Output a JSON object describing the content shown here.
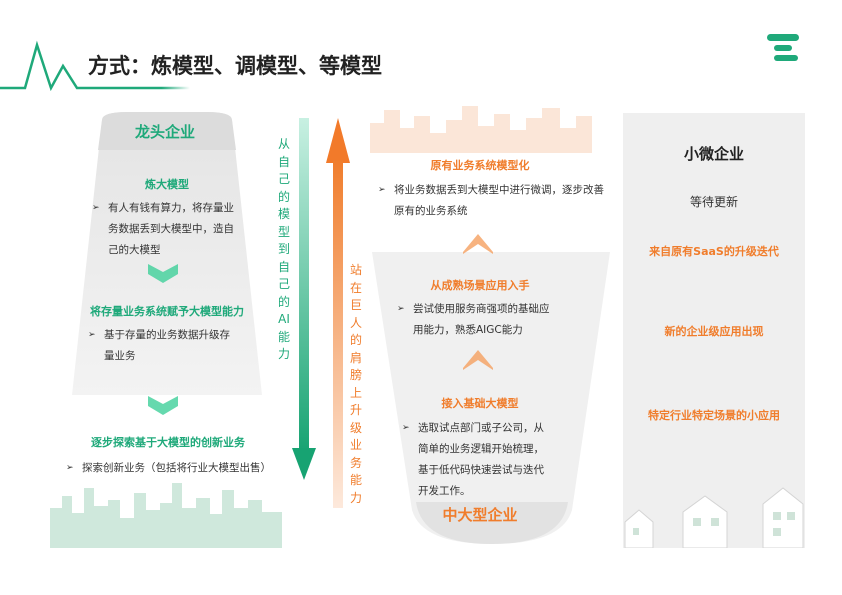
{
  "header": {
    "title": "方式：炼模型、调模型、等模型",
    "logo_icon": "menu-bars-icon"
  },
  "left": {
    "title": "龙头企业",
    "steps": [
      {
        "heading": "炼大模型",
        "bullet": "有人有钱有算力，将存量业务数据丢到大模型中，造自己的大模型"
      },
      {
        "heading": "将存量业务系统赋予大模型能力",
        "bullet": "基于存量的业务数据升级存量业务"
      },
      {
        "heading": "逐步探索基于大模型的创新业务",
        "bullet": "探索创新业务（包括将行业大模型出售）"
      }
    ],
    "arrow_label": "从自己的模型到自己的AI能力"
  },
  "middle": {
    "title": "中大型企业",
    "arrow_label": "站在巨人的肩膀上升级业务能力",
    "steps": [
      {
        "heading": "原有业务系统模型化",
        "bullet": "将业务数据丢到大模型中进行微调，逐步改善原有的业务系统"
      },
      {
        "heading": "从成熟场景应用入手",
        "bullet": "尝试使用服务商强项的基础应用能力，熟悉AIGC能力"
      },
      {
        "heading": "接入基础大模型",
        "bullet": "选取试点部门或子公司，从简单的业务逻辑开始梳理，基于低代码快速尝试与迭代开发工作。"
      }
    ]
  },
  "right": {
    "title": "小微企业",
    "subtitle": "等待更新",
    "items": [
      "来自原有SaaS的升级迭代",
      "新的企业级应用出现",
      "特定行业特定场景的小应用"
    ]
  },
  "colors": {
    "green": "#1fa97a",
    "orange": "#f07d2c",
    "panel": "#efefef"
  }
}
